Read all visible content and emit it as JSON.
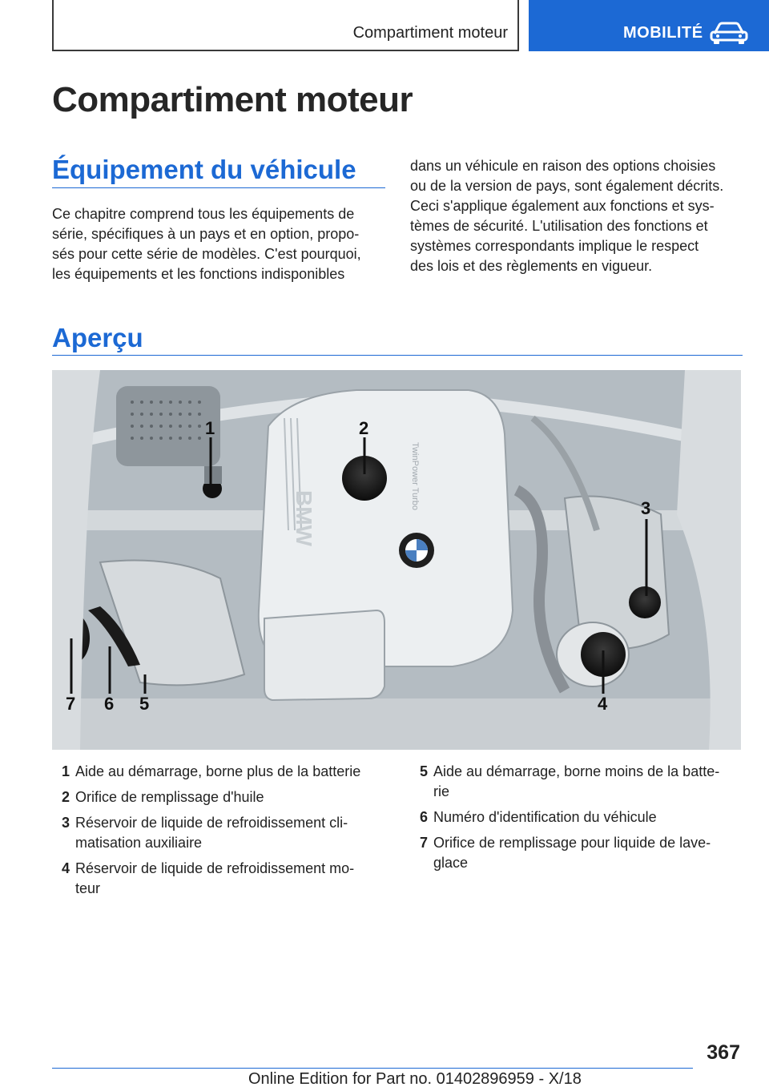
{
  "header": {
    "chapter_tab": "Compartiment moteur",
    "section_label": "MOBILITÉ",
    "section_icon": "car-icon",
    "accent_color": "#1c69d4"
  },
  "page_title": "Compartiment moteur",
  "equipment": {
    "heading": "Équipement du véhicule",
    "lines_left": [
      "Ce chapitre comprend tous les équipements de",
      "série, spécifiques à un pays et en option, propo-",
      "sés pour cette série de modèles. C'est pourquoi,",
      "les équipements et les fonctions indisponibles"
    ],
    "lines_right": [
      "dans un véhicule en raison des options choisies",
      "ou de la version de pays, sont également décrits.",
      "Ceci s'applique également aux fonctions et sys-",
      "tèmes de sécurité. L'utilisation des fonctions et",
      "systèmes correspondants implique le respect",
      "des lois et des règlements en vigueur."
    ]
  },
  "overview": {
    "heading": "Aperçu",
    "image_callouts": [
      "1",
      "2",
      "3",
      "4",
      "5",
      "6",
      "7"
    ],
    "engine_cover_text": "TwinPower Turbo",
    "brand_text": "BMW"
  },
  "legend": {
    "left": [
      {
        "num": "1",
        "lines": [
          "Aide au démarrage, borne plus de la batterie"
        ]
      },
      {
        "num": "2",
        "lines": [
          "Orifice de remplissage d'huile"
        ]
      },
      {
        "num": "3",
        "lines": [
          "Réservoir de liquide de refroidissement cli-",
          "matisation auxiliaire"
        ]
      },
      {
        "num": "4",
        "lines": [
          "Réservoir de liquide de refroidissement mo-",
          "teur"
        ]
      }
    ],
    "right": [
      {
        "num": "5",
        "lines": [
          "Aide au démarrage, borne moins de la batte-",
          "rie"
        ]
      },
      {
        "num": "6",
        "lines": [
          "Numéro d'identification du véhicule"
        ]
      },
      {
        "num": "7",
        "lines": [
          "Orifice de remplissage pour liquide de lave-",
          "glace"
        ]
      }
    ]
  },
  "page_number": "367",
  "footer": "Online Edition for Part no. 01402896959 - X/18"
}
